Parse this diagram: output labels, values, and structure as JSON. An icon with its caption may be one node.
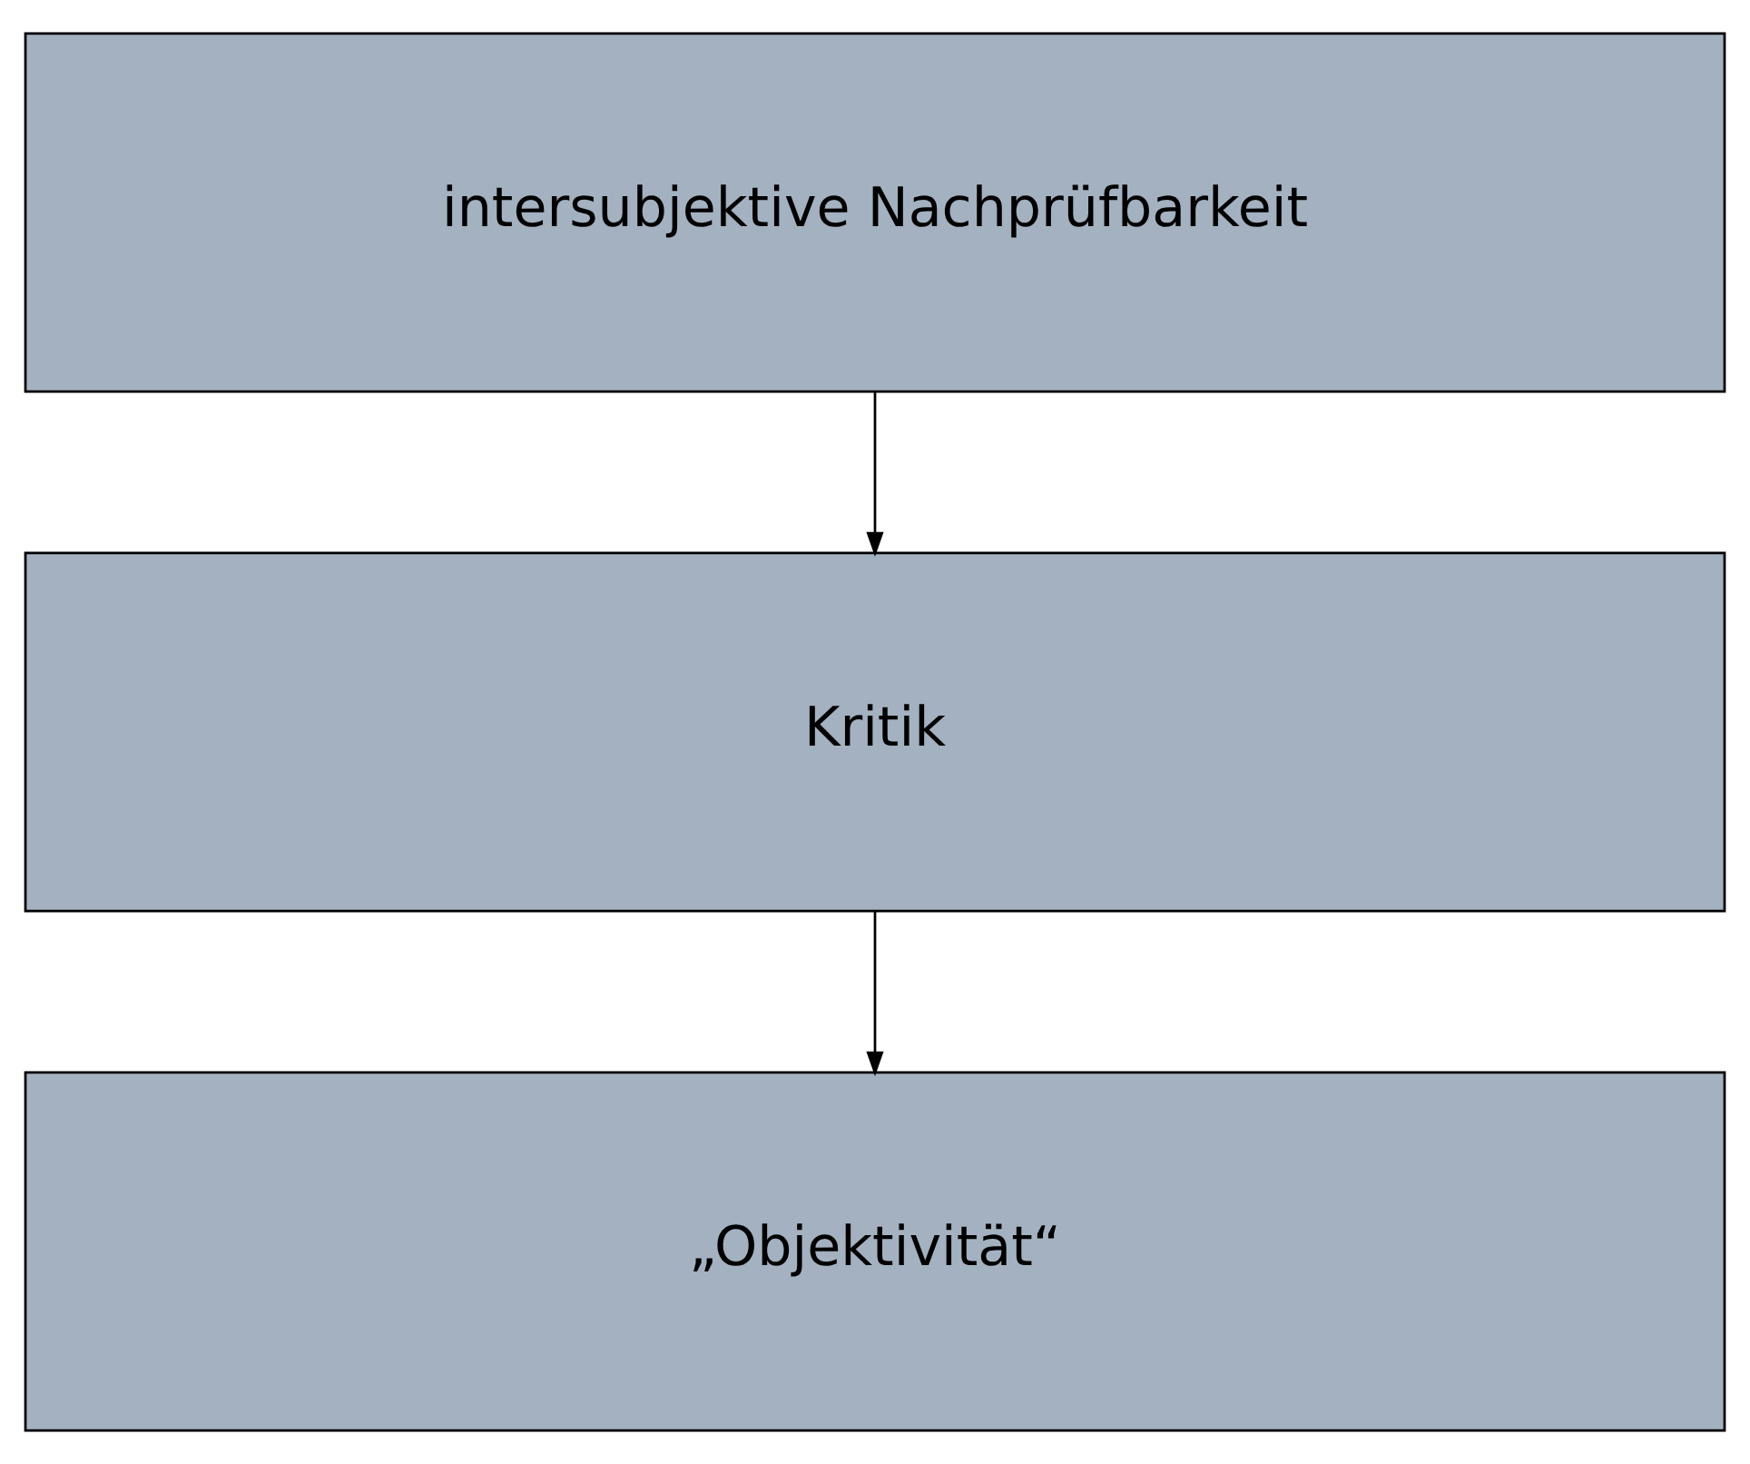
{
  "diagram": {
    "nodes": [
      {
        "text": [
          "intersubjektive Nachprüfbarkeit"
        ]
      },
      {
        "text": [
          "Kritik"
        ]
      },
      {
        "text": [
          "„Objektivität“"
        ]
      }
    ],
    "edges": [
      {
        "from": 0,
        "to": 1,
        "arrow": "to"
      },
      {
        "from": 1,
        "to": 2,
        "arrow": "to"
      }
    ]
  }
}
